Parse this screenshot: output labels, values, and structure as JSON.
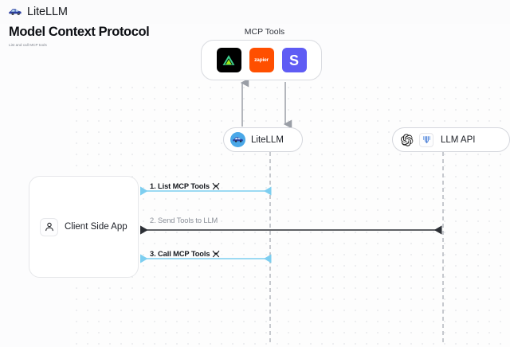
{
  "brand": {
    "name": "LiteLLM",
    "logo_icon": "litellm-car-logo-icon"
  },
  "page": {
    "title": "Model Context Protocol",
    "subtitle": "List and call MCP tools"
  },
  "colors": {
    "canvas_bg": "#fdfdfd",
    "grid_dot": "#e8e9ec",
    "node_border": "#d5d7dd",
    "lifeline": "#b9bcc2",
    "arrow_blue": "#7dcef0",
    "arrow_dark": "#2c2f35",
    "text_primary": "#15181e",
    "text_muted": "#8b9099",
    "supabase_bg": "#000000",
    "supabase_mark": "#3ecf8e",
    "zapier_bg": "#ff4f00",
    "slack_bg": "#5f5cf4"
  },
  "mcp_tools": {
    "title": "MCP Tools",
    "items": [
      {
        "name": "supabase",
        "label": "Supabase",
        "icon": "supabase-triangle-icon"
      },
      {
        "name": "zapier",
        "label": "zapier",
        "icon": "zapier-wordmark-icon"
      },
      {
        "name": "slack",
        "label": "S",
        "icon": "slack-s-icon"
      }
    ]
  },
  "nodes": {
    "litellm": {
      "label": "LiteLLM",
      "icon": "litellm-avatar-icon"
    },
    "llm_api": {
      "label": "LLM API",
      "icons": [
        {
          "name": "openai",
          "icon": "openai-logo-icon"
        },
        {
          "name": "anthropic",
          "icon": "anthropic-logo-icon"
        }
      ]
    },
    "client": {
      "label": "Client Side App",
      "icon": "user-person-icon"
    }
  },
  "edges": [
    {
      "id": "edge-1",
      "label": "1. List MCP Tools",
      "icon": "tools-wrench-icon",
      "color": "#7dcef0",
      "direction": "left",
      "from": "litellm",
      "to": "client"
    },
    {
      "id": "edge-2",
      "label": "2. Send Tools to LLM",
      "icon": "",
      "color": "#2c2f35",
      "direction": "left",
      "from": "llm_api",
      "to": "client"
    },
    {
      "id": "edge-3",
      "label": "3. Call MCP Tools",
      "icon": "tools-wrench-icon",
      "color": "#7dcef0",
      "direction": "left",
      "from": "litellm",
      "to": "client"
    }
  ],
  "connectors": {
    "litellm_to_tools_up": "arrow-up",
    "tools_to_litellm_down": "arrow-down"
  }
}
